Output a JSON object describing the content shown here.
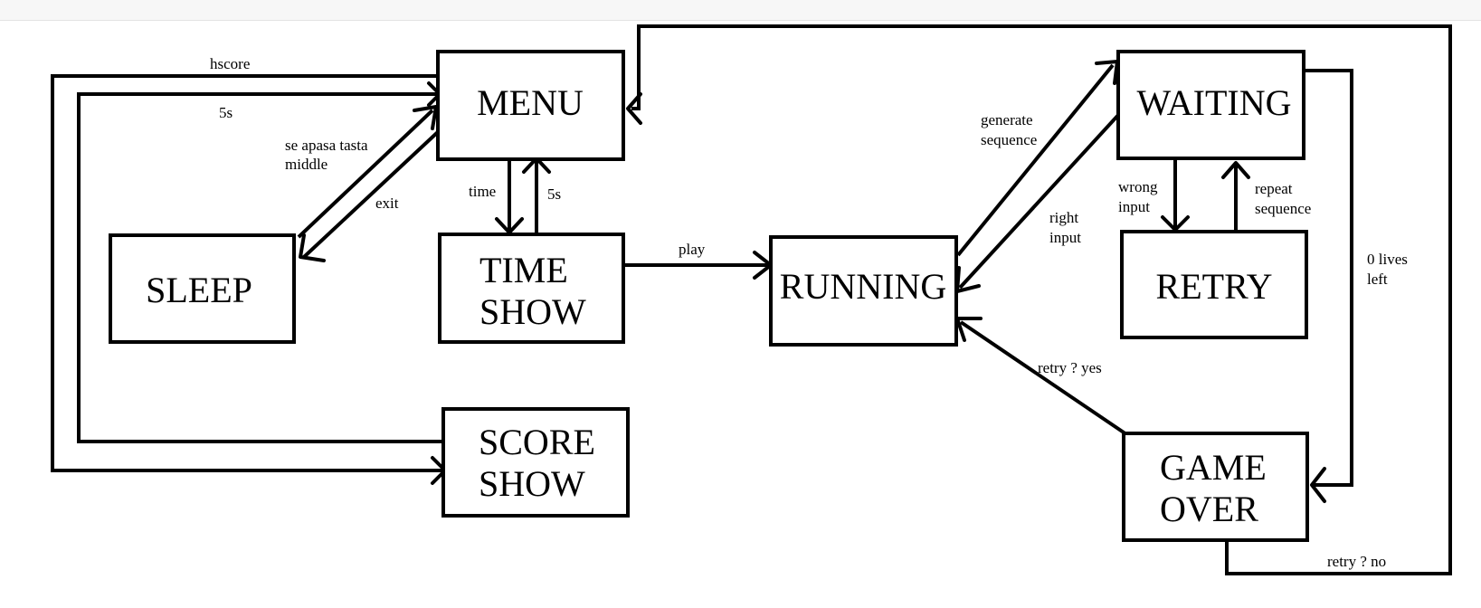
{
  "diagram": {
    "states": {
      "menu": [
        "MENU"
      ],
      "sleep": [
        "SLEEP"
      ],
      "time_show": [
        "TIME",
        "SHOW"
      ],
      "score_show": [
        "SCORE",
        "SHOW"
      ],
      "running": [
        "RUNNING"
      ],
      "waiting": [
        "WAITING"
      ],
      "retry": [
        "RETRY"
      ],
      "game_over": [
        "GAME",
        "OVER"
      ]
    },
    "transitions": {
      "hscore": "hscore",
      "score_5s": "5s",
      "middle": [
        "se apasa tasta",
        "middle"
      ],
      "exit": "exit",
      "time": "time",
      "time_5s": "5s",
      "play": "play",
      "generate": [
        "generate",
        "sequence"
      ],
      "right_input": [
        "right",
        "input"
      ],
      "wrong_input": [
        "wrong",
        "input"
      ],
      "repeat": [
        "repeat",
        "sequence"
      ],
      "lives": [
        "0 lives",
        "left"
      ],
      "retry_yes": "retry ? yes",
      "retry_no": "retry ? no"
    }
  }
}
